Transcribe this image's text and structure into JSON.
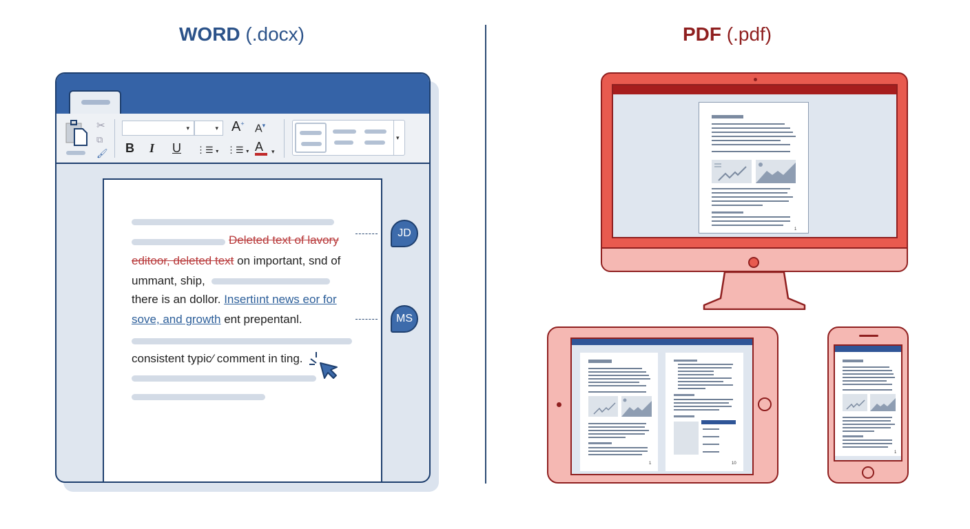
{
  "titles": {
    "word_bold": "WORD",
    "word_ext": " (.docx)",
    "pdf_bold": "PDF",
    "pdf_ext": " (.pdf)"
  },
  "colors": {
    "word_blue": "#3563a7",
    "word_dark": "#1e3f6e",
    "pdf_red": "#e85a4f",
    "pdf_dark": "#8f1f1f",
    "deleted_text": "#b8393a",
    "inserted_text": "#2d5f9a"
  },
  "word": {
    "ribbon": {
      "paste_icon": "clipboard-icon",
      "cut_icon": "scissors-icon",
      "copy_icon": "copy-icon",
      "format_painter_icon": "paintbrush-icon",
      "grow_font": "A",
      "shrink_font": "A",
      "bold": "B",
      "italic": "I",
      "underline": "U",
      "bullets": "⋮☰",
      "numbering": "⋮☰",
      "font_color": "A",
      "dropdown": "▾"
    },
    "document": {
      "deleted_1": "Deleted text of lavory",
      "deleted_2": "editoor, deleted text",
      "line2_rest": " on important, snd of",
      "line3": "ummant, ship,",
      "line4_plain": "there is an dollor. ",
      "inserted_1": "Insertiınt news eor for",
      "inserted_2": "sove, and growth",
      "line5_rest": " ent prepentanl.",
      "line6": "consistent typic⁄ comment in ting."
    },
    "comments": [
      {
        "initials": "JD"
      },
      {
        "initials": "MS"
      }
    ]
  },
  "pdf": {
    "monitor_page_number": "1",
    "tablet_page_numbers": [
      "1",
      "10"
    ],
    "phone_page_number": "1"
  }
}
